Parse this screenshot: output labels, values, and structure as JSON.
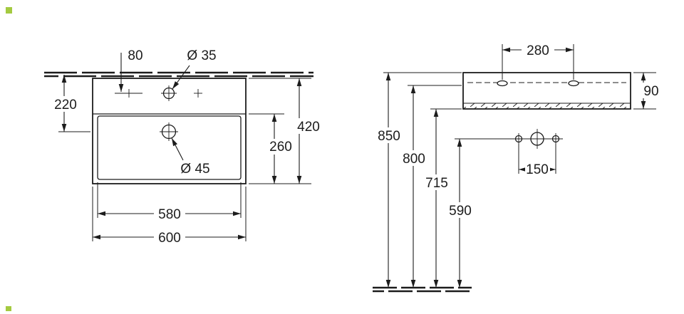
{
  "drawing": {
    "front_view": {
      "dimensions": {
        "v80": "80",
        "d35": "Ø 35",
        "v220": "220",
        "v420": "420",
        "v260": "260",
        "d45": "Ø 45",
        "v580": "580",
        "v600": "600"
      }
    },
    "side_view": {
      "dimensions": {
        "v280": "280",
        "v90": "90",
        "v850": "850",
        "v800": "800",
        "v715": "715",
        "v590": "590",
        "v150": "150"
      }
    },
    "colors": {
      "line": "#1c1c1c",
      "background": "#ffffff",
      "accent": "#94c11f"
    }
  }
}
